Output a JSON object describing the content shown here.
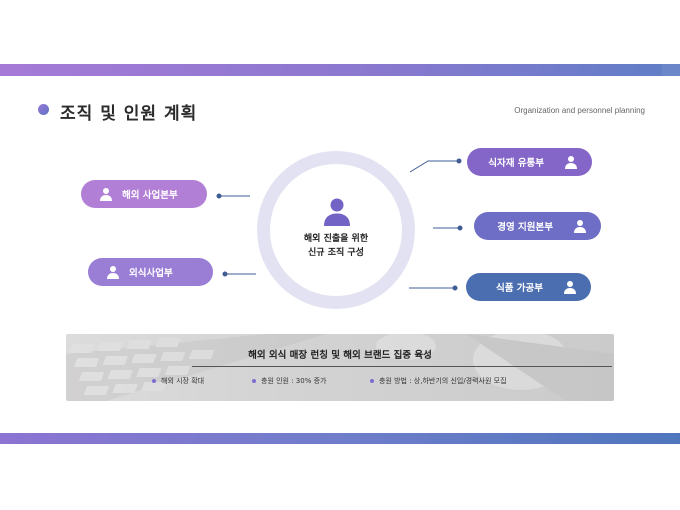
{
  "header": {
    "title": "조직 및 인원 계획",
    "subtitle": "Organization and personnel planning"
  },
  "center": {
    "line1": "해외 진출을 위한",
    "line2": "신규 조직 구성",
    "icon": "person-icon"
  },
  "departments_left": [
    {
      "label": "해외 사업본부",
      "icon": "person-icon",
      "color": "#b27fd6"
    },
    {
      "label": "외식사업부",
      "icon": "person-icon",
      "color": "#9a7ed6"
    }
  ],
  "departments_right": [
    {
      "label": "식자재 유통부",
      "icon": "person-icon",
      "color": "#8466c8"
    },
    {
      "label": "경영 지원본부",
      "icon": "person-icon",
      "color": "#6e6ec6"
    },
    {
      "label": "식품 가공부",
      "icon": "person-icon",
      "color": "#4b6eb0"
    }
  ],
  "banner": {
    "title": "해외 외식 매장 런칭 및 해외 브랜드 집중 육성",
    "bullets": [
      "해외 시장 확대",
      "충원 인원 : 30% 증가",
      "충원 방법 : 상,하반기의 신입/경력사원 모집"
    ]
  },
  "colors": {
    "accent_purple": "#9a7ad8",
    "accent_blue": "#4f76bd",
    "ring": "#e3e2f2",
    "connector": "#3f5c94"
  }
}
